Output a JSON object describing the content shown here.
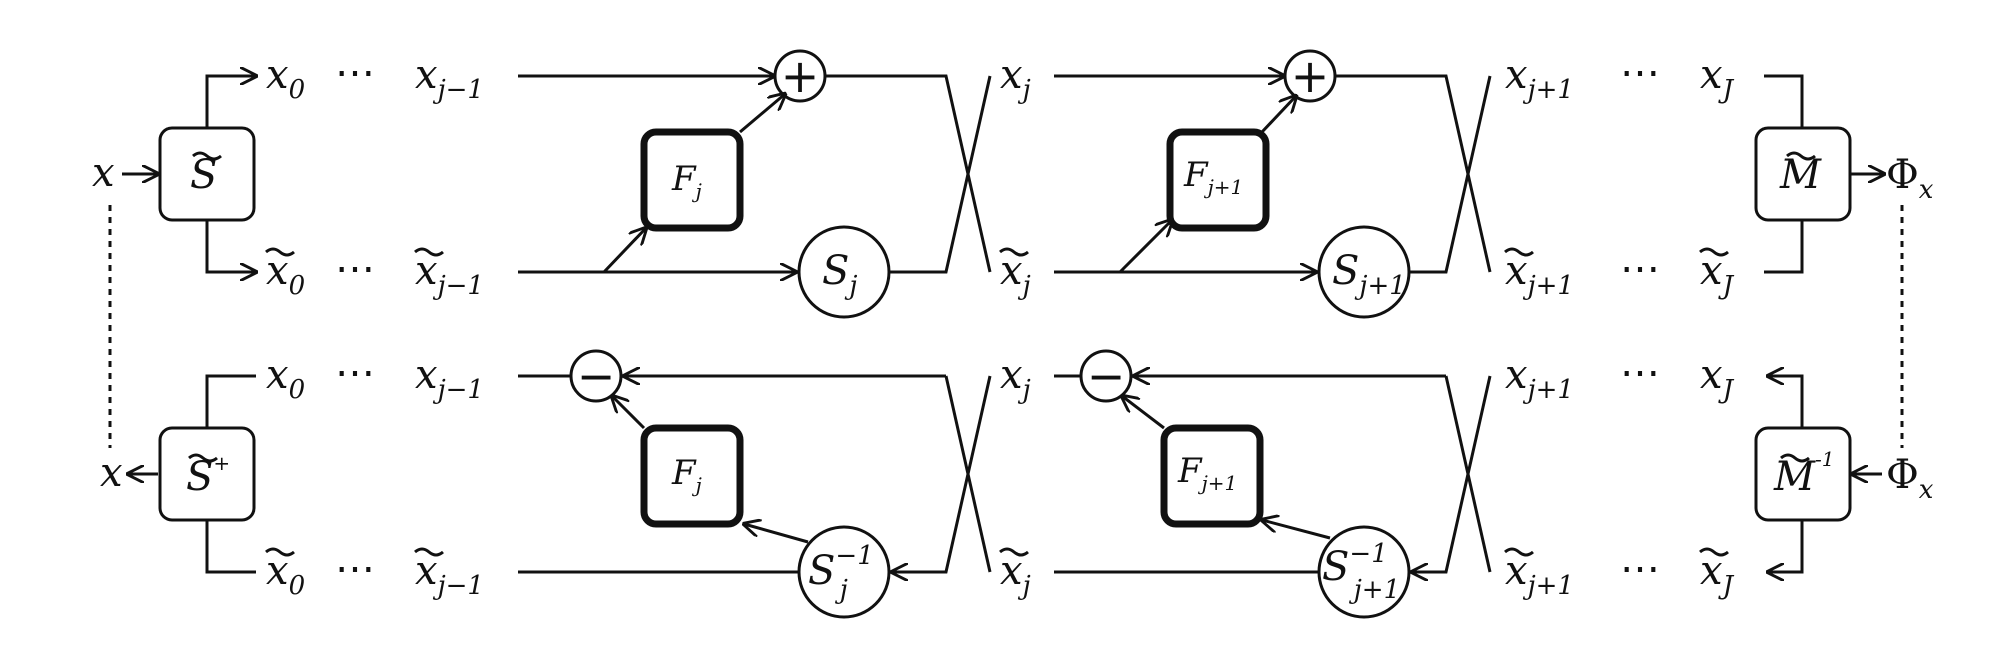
{
  "diagram": {
    "input": "x",
    "output": "Φ",
    "output_sub": "x",
    "ops": {
      "plus": "+",
      "minus": "−"
    },
    "encoder": {
      "top_label": "S",
      "bottom_label": "S",
      "bottom_sup": "+"
    },
    "merger": {
      "top_label": "M",
      "bottom_label": "M",
      "bottom_sup": "-1"
    },
    "channels": {
      "x0": {
        "base": "x",
        "sub": "0"
      },
      "xjm1": {
        "base": "x",
        "sub": "j−1"
      },
      "xj": {
        "base": "x",
        "sub": "j"
      },
      "xj1": {
        "base": "x",
        "sub": "j+1"
      },
      "xJ": {
        "base": "x",
        "sub": "J"
      },
      "dots": "⋯"
    },
    "blocks": {
      "F1": {
        "base": "F",
        "sub": "j"
      },
      "F2": {
        "base": "F",
        "sub": "j+1"
      },
      "S1": {
        "base": "S",
        "sub": "j"
      },
      "S2": {
        "base": "S",
        "sub": "j+1"
      },
      "Sinv1": {
        "base": "S",
        "sub": "j",
        "sup": "−1"
      },
      "Sinv2": {
        "base": "S",
        "sub": "j+1",
        "sup": "−1"
      }
    }
  }
}
